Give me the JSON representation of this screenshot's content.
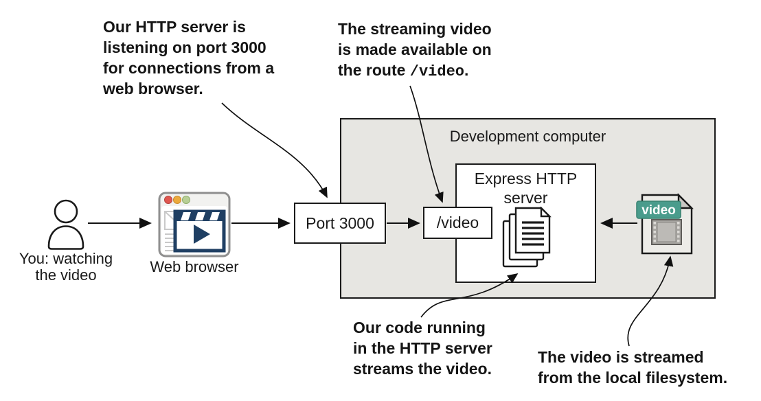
{
  "annotations": {
    "http_server": {
      "lines": [
        "Our HTTP server is",
        "listening on port 3000",
        "for connections from a",
        "web browser."
      ]
    },
    "streaming_route": {
      "line1": "The streaming video",
      "line2": "is made available on",
      "line3_prefix": "the route ",
      "line3_code": "/video",
      "line3_suffix": "."
    },
    "code_streams": {
      "lines": [
        "Our code running",
        "in the HTTP server",
        "streams the video."
      ]
    },
    "filesystem": {
      "lines": [
        "The video is streamed",
        "from the local filesystem."
      ]
    }
  },
  "nodes": {
    "user": {
      "label_line1": "You: watching",
      "label_line2": "the video"
    },
    "web_browser": {
      "label": "Web browser"
    },
    "port": {
      "label": "Port 3000"
    },
    "route": {
      "label": "/video"
    },
    "development_computer": {
      "label": "Development computer"
    },
    "express_server": {
      "label_line1": "Express HTTP",
      "label_line2": "server"
    },
    "video_file": {
      "badge": "video"
    }
  },
  "icons": {
    "person": "person-icon",
    "web_browser": "browser-window-icon",
    "document_stack": "document-stack-icon",
    "video_file": "video-file-icon"
  },
  "colors": {
    "canvas": "#ffffff",
    "box_fill": "#e7e6e2",
    "stroke": "#1a1a1a",
    "badge_teal": "#4a9c8c",
    "player_navy": "#1f3f63",
    "traffic_red": "#e05750",
    "traffic_orange": "#ecaa3c",
    "traffic_green": "#b8cf96"
  }
}
